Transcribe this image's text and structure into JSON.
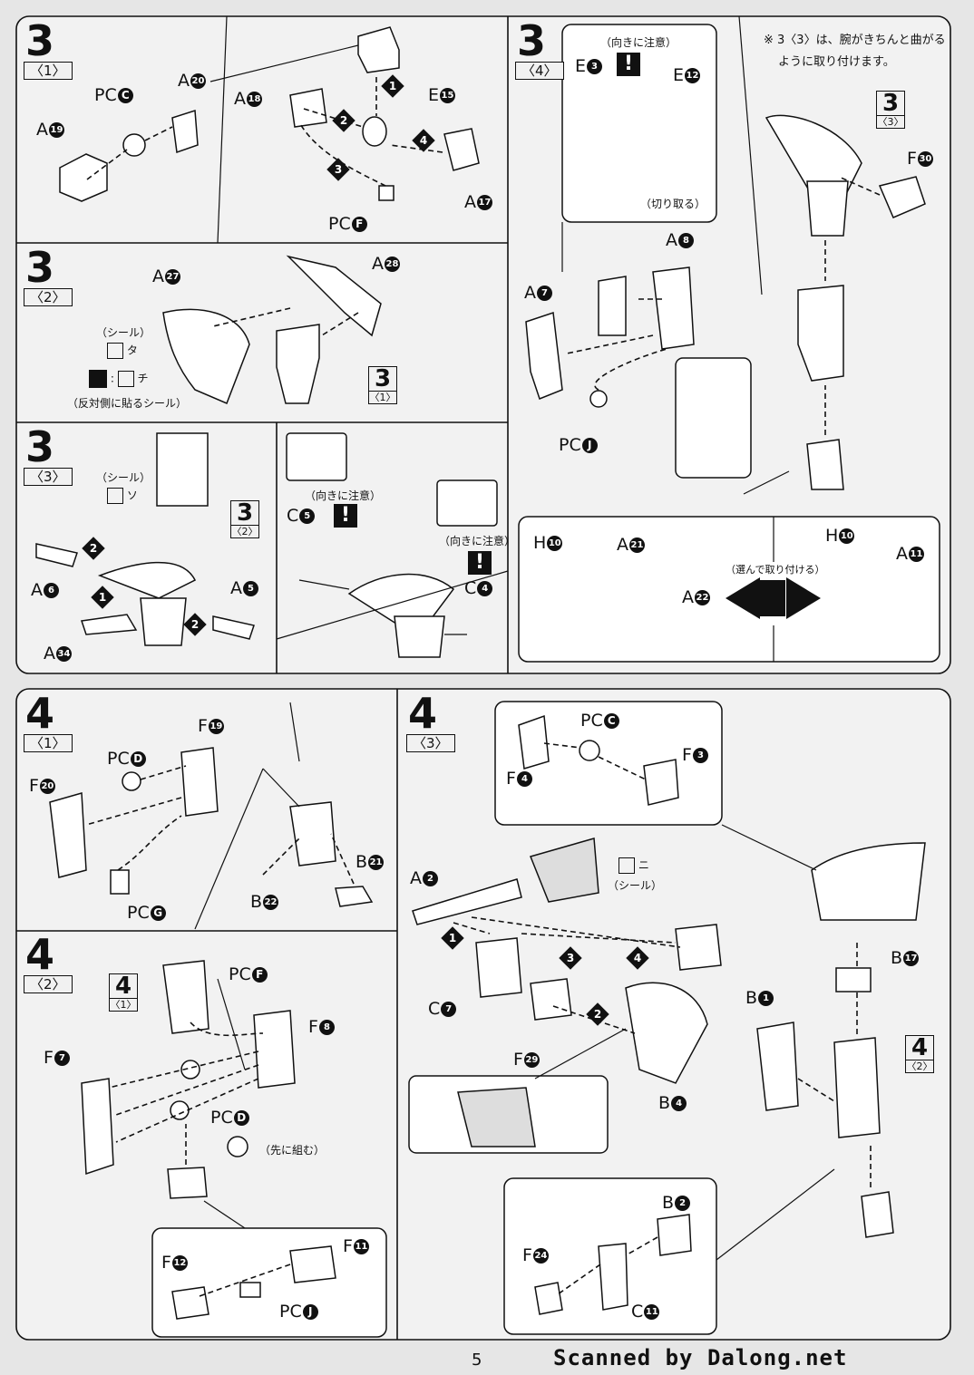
{
  "page": {
    "page_number": "5",
    "credit": "Scanned by Dalong.net"
  },
  "steps": {
    "s31": {
      "num": "3",
      "sub": "〈1〉",
      "labels": {
        "a19": "A",
        "a19n": "19",
        "pcc": "PC",
        "pccn": "C",
        "a20": "A",
        "a20n": "20",
        "a18": "A",
        "a18n": "18",
        "e15": "E",
        "e15n": "15",
        "a17": "A",
        "a17n": "17",
        "pcf": "PC",
        "pcfn": "F"
      },
      "order": [
        "1",
        "2",
        "3",
        "4"
      ]
    },
    "s32": {
      "num": "3",
      "sub": "〈2〉",
      "labels": {
        "a27": "A",
        "a27n": "27",
        "a28": "A",
        "a28n": "28"
      },
      "seal_caption": "（シール）",
      "seal_ta": "タ",
      "seal_chi": "チ",
      "reverse_caption": "（反対側に貼るシール）",
      "ref_num": "3",
      "ref_sub": "〈1〉"
    },
    "s33": {
      "num": "3",
      "sub": "〈3〉",
      "labels": {
        "a6": "A",
        "a6n": "6",
        "a5": "A",
        "a5n": "5",
        "a34": "A",
        "a34n": "34",
        "c5": "C",
        "c5n": "5",
        "c4": "C",
        "c4n": "4"
      },
      "seal_caption": "（シール）",
      "seal_so": "ソ",
      "ref_num": "3",
      "ref_sub": "〈2〉",
      "caution": "（向きに注意）",
      "caution2": "（向きに注意）",
      "order": [
        "2",
        "1",
        "2"
      ]
    },
    "s34": {
      "num": "3",
      "sub": "〈4〉",
      "note_line1": "※ 3〈3〉は、腕がきちんと曲がる",
      "note_line2": "ように取り付けます。",
      "ref_num": "3",
      "ref_sub": "〈3〉",
      "labels": {
        "e3": "E",
        "e3n": "3",
        "e12": "E",
        "e12n": "12",
        "a7": "A",
        "a7n": "7",
        "a8": "A",
        "a8n": "8",
        "pcj": "PC",
        "pcjn": "J",
        "f30": "F",
        "f30n": "30",
        "h10a": "H",
        "h10an": "10",
        "a21": "A",
        "a21n": "21",
        "a22": "A",
        "a22n": "22",
        "h10b": "H",
        "h10bn": "10",
        "a11": "A",
        "a11n": "11"
      },
      "caution": "（向きに注意）",
      "cut": "（切り取る）",
      "choose": "（選んで取り付ける）"
    },
    "s41": {
      "num": "4",
      "sub": "〈1〉",
      "labels": {
        "f19": "F",
        "f19n": "19",
        "pcd": "PC",
        "pcdn": "D",
        "f20": "F",
        "f20n": "20",
        "pcg": "PC",
        "pcgn": "G",
        "b21": "B",
        "b21n": "21",
        "b22": "B",
        "b22n": "22"
      }
    },
    "s42": {
      "num": "4",
      "sub": "〈2〉",
      "ref_num": "4",
      "ref_sub": "〈1〉",
      "labels": {
        "pcf": "PC",
        "pcfn": "F",
        "f8": "F",
        "f8n": "8",
        "f7": "F",
        "f7n": "7",
        "pcd": "PC",
        "pcdn": "D",
        "f12": "F",
        "f12n": "12",
        "f11": "F",
        "f11n": "11",
        "pcj": "PC",
        "pcjn": "J"
      },
      "first": "（先に組む）"
    },
    "s43": {
      "num": "4",
      "sub": "〈3〉",
      "ref_num": "4",
      "ref_sub": "〈2〉",
      "labels": {
        "pcc": "PC",
        "pccn": "C",
        "f4": "F",
        "f4n": "4",
        "f3": "F",
        "f3n": "3",
        "a2": "A",
        "a2n": "2",
        "c7": "C",
        "c7n": "7",
        "f29": "F",
        "f29n": "29",
        "b4": "B",
        "b4n": "4",
        "b17": "B",
        "b17n": "17",
        "b1": "B",
        "b1n": "1",
        "b2": "B",
        "b2n": "2",
        "f24": "F",
        "f24n": "24",
        "c11": "C",
        "c11n": "11"
      },
      "seal_ni": "ニ",
      "seal_caption": "（シール）",
      "order": [
        "1",
        "3",
        "4",
        "2"
      ]
    }
  }
}
